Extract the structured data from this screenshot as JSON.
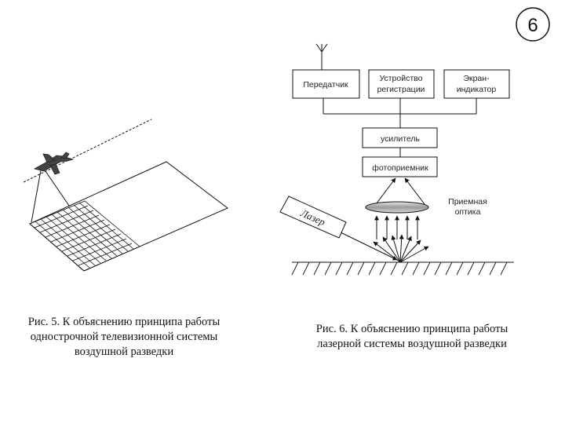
{
  "page_number": "6",
  "fig5": {
    "caption_line1": "Рис. 5. К объяснению принципа работы",
    "caption_line2": "однострочной телевизионной системы",
    "caption_line3": "воздушной разведки"
  },
  "fig6": {
    "caption_line1": "Рис. 6. К объяснению принципа работы",
    "caption_line2": "лазерной системы воздушной разведки",
    "transmitter": "Передатчик",
    "recorder_line1": "Устройство",
    "recorder_line2": "регистрации",
    "screen_line1": "Экран-",
    "screen_line2": "индикатор",
    "amplifier": "усилитель",
    "photodetector": "фотоприемник",
    "optics_line1": "Приемная",
    "optics_line2": "оптика",
    "laser": "Лазер"
  }
}
